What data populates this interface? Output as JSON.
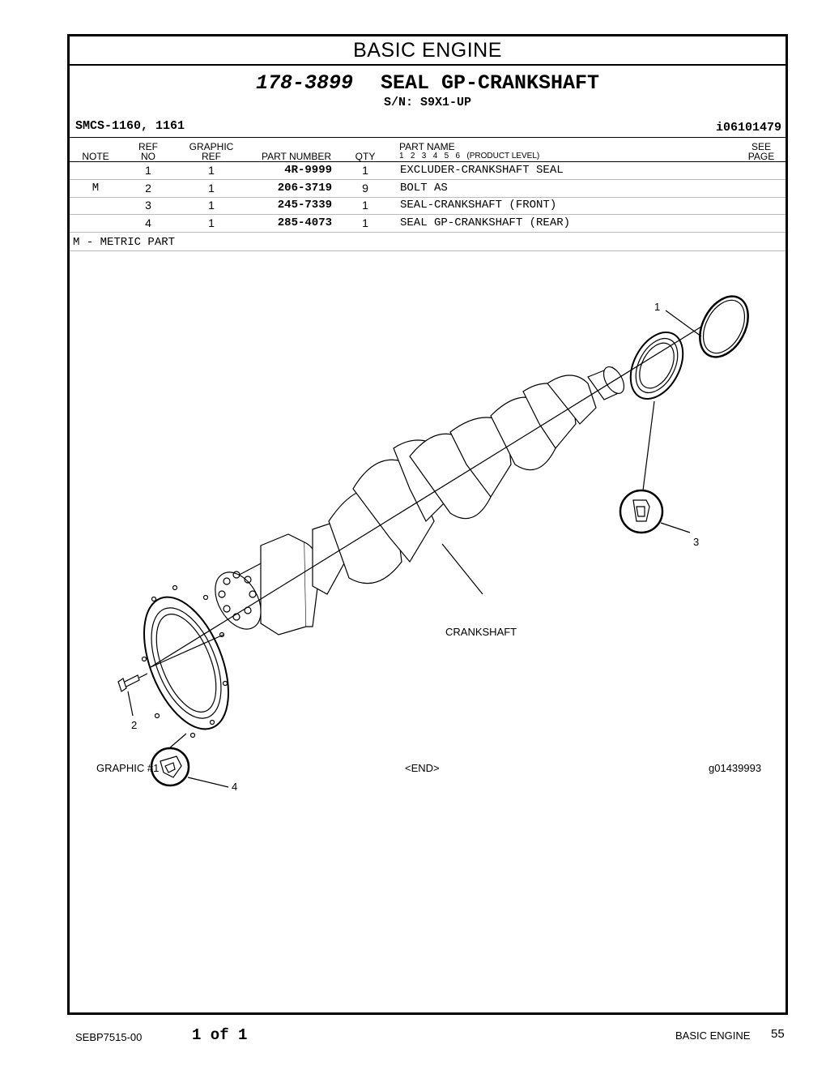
{
  "header": {
    "section_title": "BASIC ENGINE",
    "group_part_number": "178-3899",
    "group_name": "SEAL GP-CRANKSHAFT",
    "serial": "S/N: S9X1-UP",
    "smcs": "SMCS-1160, 1161",
    "illustration_id": "i06101479"
  },
  "table": {
    "col_note": "NOTE",
    "col_ref_no_1": "REF",
    "col_ref_no_2": "NO",
    "col_graphic_ref_1": "GRAPHIC",
    "col_graphic_ref_2": "REF",
    "col_part_number": "PART NUMBER",
    "col_qty": "QTY",
    "col_part_name": "PART NAME",
    "col_product_level": "1   2   3   4   5   6   (PRODUCT LEVEL)",
    "col_see_page_1": "SEE",
    "col_see_page_2": "PAGE",
    "rows": [
      {
        "note": "",
        "ref_no": "1",
        "graphic_ref": "1",
        "part_number": "4R-9999",
        "qty": "1",
        "part_name": "EXCLUDER-CRANKSHAFT SEAL"
      },
      {
        "note": "M",
        "ref_no": "2",
        "graphic_ref": "1",
        "part_number": "206-3719",
        "qty": "9",
        "part_name": "BOLT AS"
      },
      {
        "note": "",
        "ref_no": "3",
        "graphic_ref": "1",
        "part_number": "245-7339",
        "qty": "1",
        "part_name": "SEAL-CRANKSHAFT (FRONT)"
      },
      {
        "note": "",
        "ref_no": "4",
        "graphic_ref": "1",
        "part_number": "285-4073",
        "qty": "1",
        "part_name": "SEAL GP-CRANKSHAFT (REAR)"
      }
    ],
    "legend": "M - METRIC PART"
  },
  "diagram": {
    "callouts": [
      "1",
      "2",
      "3",
      "4"
    ],
    "crankshaft_label": "CRANKSHAFT",
    "graphic_label": "GRAPHIC #1",
    "end_label": "<END>",
    "graphic_id": "g01439993"
  },
  "footer": {
    "doc_id": "SEBP7515-00",
    "page_of": "1 of 1",
    "section": "BASIC ENGINE",
    "page_number": "55"
  }
}
